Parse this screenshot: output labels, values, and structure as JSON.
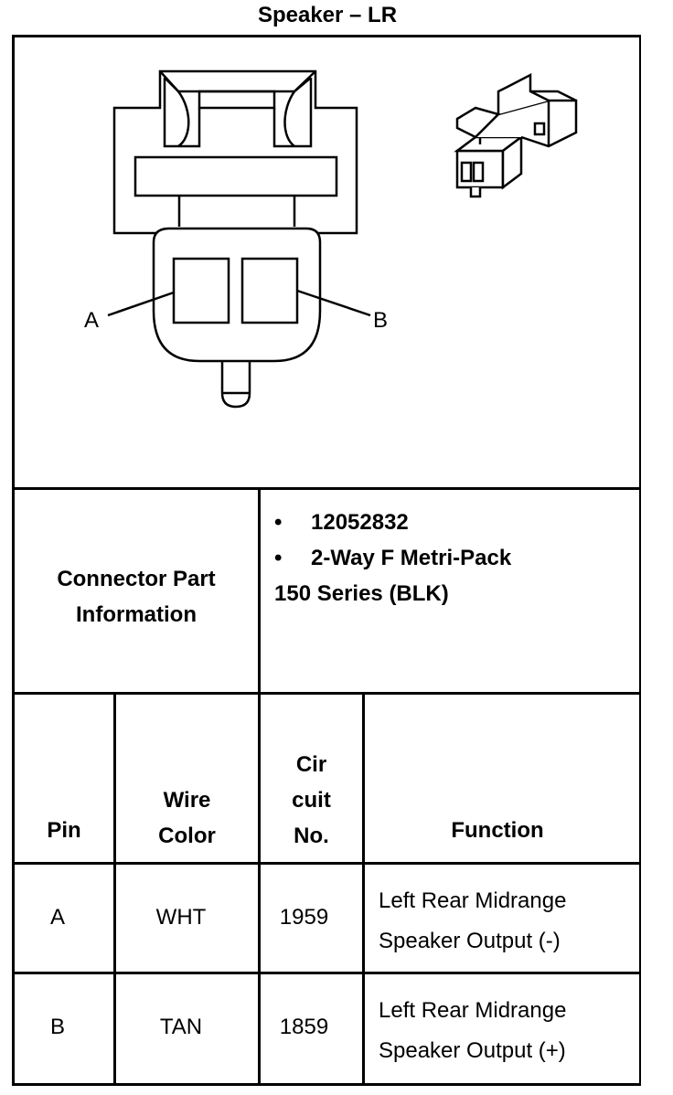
{
  "title": "Speaker – LR",
  "diagram": {
    "pin_a_label": "A",
    "pin_b_label": "B",
    "main_connector_icon": "connector-face-icon",
    "iso_connector_icon": "connector-isometric-icon"
  },
  "connector_info": {
    "label_line1": "Connector Part",
    "label_line2": "Information",
    "bullet": "•",
    "items": [
      "12052832",
      "2-Way F Metri-Pack"
    ],
    "continuation": "150 Series (BLK)"
  },
  "table": {
    "headers": {
      "pin": "Pin",
      "wire_color_line1": "Wire",
      "wire_color_line2": "Color",
      "circuit_line1": "Cir",
      "circuit_line2": "cuit",
      "circuit_line3": "No.",
      "function": "Function"
    },
    "rows": [
      {
        "pin": "A",
        "wire_color": "WHT",
        "circuit": "1959",
        "function_line1": "Left Rear Midrange",
        "function_line2": "Speaker Output (-)"
      },
      {
        "pin": "B",
        "wire_color": "TAN",
        "circuit": "1859",
        "function_line1": "Left Rear Midrange",
        "function_line2": "Speaker Output (+)"
      }
    ]
  }
}
